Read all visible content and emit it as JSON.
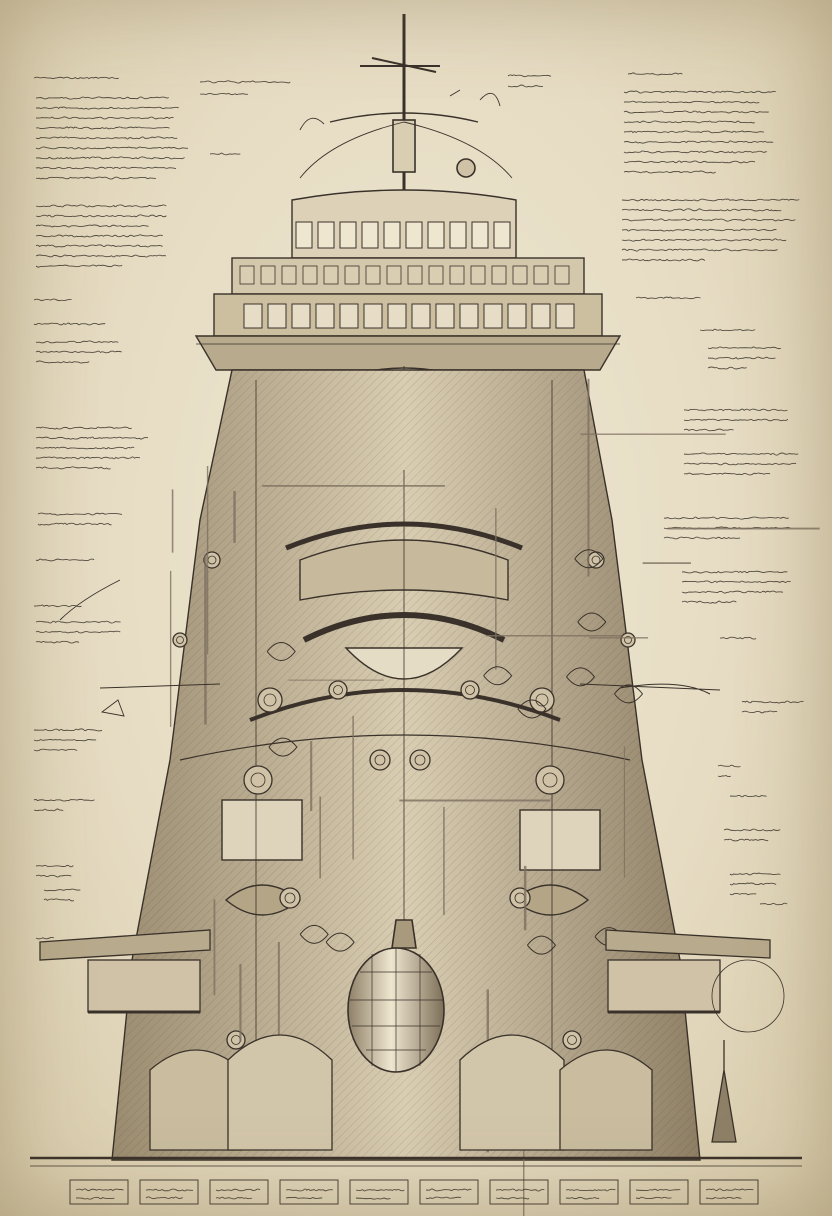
{
  "palette": {
    "paper": "#e8dfc8",
    "paper_edge": "#d3c5a3",
    "ink": "#3a322a",
    "ink_light": "#7d7060",
    "wash": "#cfc2a6",
    "wash_dark": "#a99a7e"
  },
  "illustration": {
    "subject": "steampunk-airship-tower-schematic",
    "style": "sepia-ink-technical-drawing"
  },
  "annotations": {
    "left_column_blocks": 16,
    "right_column_blocks": 18,
    "footer_cartouches": 10,
    "legibility": "illegible-pseudo-script"
  }
}
